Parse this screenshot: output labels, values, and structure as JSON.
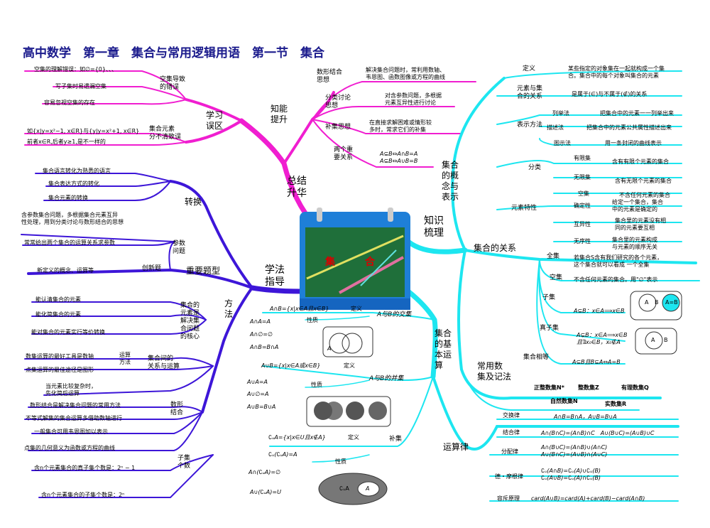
{
  "title": "高中数学　第一章　集合与常用逻辑用语　第一节　集合",
  "center_text": [
    "集",
    "合"
  ],
  "colors": {
    "cyan": "#1de6f0",
    "magenta": "#f01ed0",
    "blue": "#3d16d8",
    "accent": "#d80000"
  },
  "branches": {
    "zongjie": "总结\n升华",
    "zhishi": "知识\n梳理",
    "xuefa": "学法\n指导",
    "zhineng": "知能\n提升",
    "xuexi": "学习\n误区",
    "gainian": "集合\n的概\n念与\n表示",
    "guanxi": "集合的关系",
    "yunsuan": "集合\n的基\n本运\n算",
    "changyong": "常用数\n集及记法",
    "yunsuanlv": "运算律",
    "fangfa": "方\n法",
    "zhongyao": "重要题型",
    "zhuanhuan": "转换"
  },
  "zhineng_items": [
    {
      "k": "数形结合\n思想",
      "v": "解决集合问题时，常利用数轴、\n韦恩图、函数图像或方程的曲线"
    },
    {
      "k": "分类讨论\n思想",
      "v": "对含参数问题，多根据\n元素互异性进行讨论"
    },
    {
      "k": "补集思想",
      "v": "在直接求解困难或情形较\n多时，常求它们的补集"
    },
    {
      "k": "两个重\n要关系",
      "v": "A⊆B⇔A∩B=A\nA⊆B⇔A∪B=B"
    }
  ],
  "wuqu": {
    "kong": "空集导致\n的错误",
    "kong_items": [
      "空集的理解错误：如∅={0}、、、",
      "写子集时易遗漏空集",
      "容易忽视空集的存在"
    ],
    "yuansu": "集合元素\n分不清致误",
    "yuansu_items": [
      "如{x|y=x²−1, x∈R}与{y|y=x²+1, x∈R}",
      "前者x∈R,后者y≥1,是不一样的"
    ]
  },
  "concept": {
    "dingyi": "定义",
    "dingyi_text": "某些指定的对象集在一起就构成一个集\n合。集合中的每个对象叫集合的元素",
    "ysgx": "元素与集\n合的关系",
    "ysgx_text": "是属于(∈)与不属于(∉)的关系",
    "biaoshi": "表示方法",
    "biaoshi_items": [
      {
        "k": "列举法",
        "v": "把集合中的元素一一列举出来"
      },
      {
        "k": "描述法",
        "v": "把集合中的元素公共属性描述出来"
      },
      {
        "k": "图示法",
        "v": "用一条封闭的曲线表示"
      }
    ],
    "fenlei": "分类",
    "fenlei_items": [
      {
        "k": "有限集",
        "v": "含有有限个元素的集合"
      },
      {
        "k": "无限集",
        "v": "含有无限个元素的集合"
      },
      {
        "k": "空集",
        "v": "不含任何元素的集合"
      }
    ],
    "texing": "元素特性",
    "texing_items": [
      {
        "k": "确定性",
        "v": "给定一个集合，集合\n中的元素是确定的"
      },
      {
        "k": "互异性",
        "v": "集合里的元素没有相\n同的元素要互相"
      },
      {
        "k": "无序性",
        "v": "集合里的元素构成\n与元素的顺序无关"
      }
    ]
  },
  "relation": {
    "quanji": "全集",
    "quanji_text": "若集合S含有我们研究的各个元素，\n这个集合就可以看成 一个全集",
    "kongji": "空集",
    "kongji_text": "不含任何元素的集合。用\"∅\"表示",
    "ziji": "子集",
    "ziji_text": "A⊆B：x∈A⟹x∈B",
    "zhenziji": "真子集",
    "zhenziji_text": "A⊊B：x∈A⟹x∈B\n且∃x₀∈B，x₀∉A",
    "xiangdeng": "集合相等",
    "xiangdeng_text": "A⊆B且B⊆A⇔A=B"
  },
  "shuji": [
    "正整数集N*",
    "整数集Z",
    "有理数集Q",
    "自然数集N",
    "实数集R"
  ],
  "ops": {
    "jiao": "A与B的交集",
    "jiao_def": "A∩B={x|x∈A且x∈B}",
    "jiao_props": [
      "A∩A=A",
      "A∩∅=∅",
      "A∩B=B∩A"
    ],
    "bing": "A与B的并集",
    "bing_def": "A∪B={x|x∈A或x∈B}",
    "bing_props": [
      "A∪A=A",
      "A∪∅=A",
      "A∪B=B∪A"
    ],
    "bu": "补集",
    "bu_def": "∁ᵤA={x|x∈U且x∉A}",
    "bu_props": [
      "∁ᵤ(∁ᵤA)=A",
      "A∩(∁ᵤA)=∅",
      "A∪(∁ᵤA)=U"
    ],
    "def_label": "定义",
    "prop_label": "性质"
  },
  "laws": [
    {
      "k": "交换律",
      "v": "A∩B=B∩A，A∪B=B∪A"
    },
    {
      "k": "结合律",
      "v": "A∩(B∩C)=(A∩B)∩C　A∪(B∪C)=(A∪B)∪C"
    },
    {
      "k": "分配律",
      "v": "A∩(B∪C)=(A∩B)∪(A∩C)\nA∪(B∩C)=(A∪B)∩(A∪C)"
    },
    {
      "k": "德・摩根律",
      "v": "∁ᵤ(A∩B)=∁ᵤ(A)∪∁ᵤ(B)\n∁ᵤ(A∪B)=∁ᵤ(A)∩∁ᵤ(B)"
    },
    {
      "k": "容斥原理",
      "v": "card(A∪B)=card(A)+card(B)−card(A∩B)"
    }
  ],
  "zhuanhuan_items": [
    "集合语言转化为熟悉的语言",
    "集合表达方式的转化",
    "集合元素的转换"
  ],
  "tixing": {
    "canshu": "参数\n问题",
    "canshu_items": [
      "含参数集合问题，多根据集合元素互异\n性处理，用到分类讨论与数形结合的思想",
      "常常给出两个集合的运算关系求参数"
    ],
    "chuangxin": "创新题",
    "chuangxin_item": "新定义的概念、运算等"
  },
  "methods": {
    "hexin": "集合的\n元素是\n解决集\n合问题\n的核心",
    "hexin_items": [
      "能认清集合的元素",
      "能化简集合的元素",
      "能对集合的元素实行等价转换"
    ],
    "jiangxi": "集合间的\n关系与运算",
    "yunsuanfangfa": "运算\n方法",
    "yf_items": [
      "数集运算的最好工具是数轴",
      "点集运算的最佳途径是图形"
    ],
    "jiangxi_item": "当元素比较复杂时，\n先化简后运算",
    "shuxing": "数形\n结合",
    "sx_items": [
      "数形结合是解决集合问题的常用方法",
      "不等式解集的集合运算多借助数轴进行",
      "一般集合可用韦恩图加以表示",
      "点集的几何意义为函数或方程的曲线"
    ],
    "zigeshu": "子集\n个数",
    "zg_items": [
      "含n个元素集合的真子集个数是：2ⁿ − 1",
      "含n个元素集合的子集个数是：2ⁿ"
    ]
  },
  "venn": {
    "A": "A",
    "B": "B",
    "AeqB": "A=B",
    "UA": "∁ᵤA"
  }
}
